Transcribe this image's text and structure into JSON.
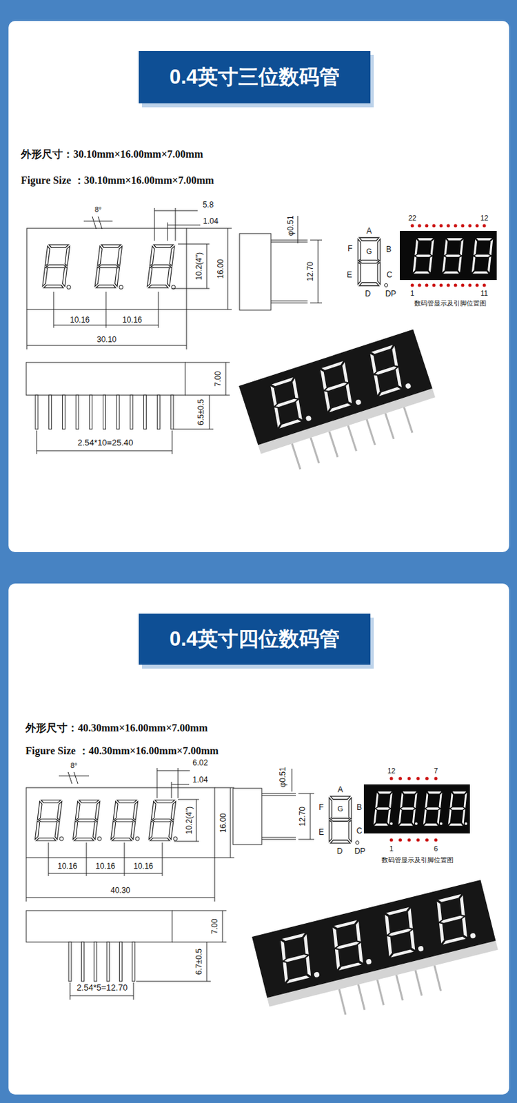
{
  "diagram": {
    "nodes": [
      {
        "text": [
          "0.4英寸三位数码管"
        ]
      },
      {
        "text": [
          "0.4英寸四位数码管"
        ]
      }
    ],
    "labels": [
      "外形尺寸：30.10mm×16.00mm×7.00mm",
      "Figure Size ：30.10mm×16.00mm×7.00mm",
      "8°",
      "5.8",
      "1.04",
      "10.2(4\")",
      "16.00",
      "10.16",
      "10.16",
      "30.10",
      "φ0.51",
      "12.70",
      "A",
      "B",
      "F",
      "G",
      "E",
      "C",
      "D",
      "DP",
      "22",
      "12",
      "1",
      "11",
      "数码管显示及引脚位置图",
      "7.00",
      "6.5±0.5",
      "2.54*10=25.40",
      "外形尺寸：40.30mm×16.00mm×7.00mm",
      "Figure Size ：40.30mm×16.00mm×7.00mm",
      "8°",
      "6.02",
      "1.04",
      "10.2(4\")",
      "16.00",
      "10.16",
      "10.16",
      "10.16",
      "40.30",
      "φ0.51",
      "12.70",
      "A",
      "B",
      "F",
      "G",
      "E",
      "C",
      "D",
      "DP",
      "12",
      "7",
      "1",
      "6",
      "数码管显示及引脚位置图",
      "7.00",
      "6.7±0.5",
      "2.54*5=12.70"
    ]
  }
}
